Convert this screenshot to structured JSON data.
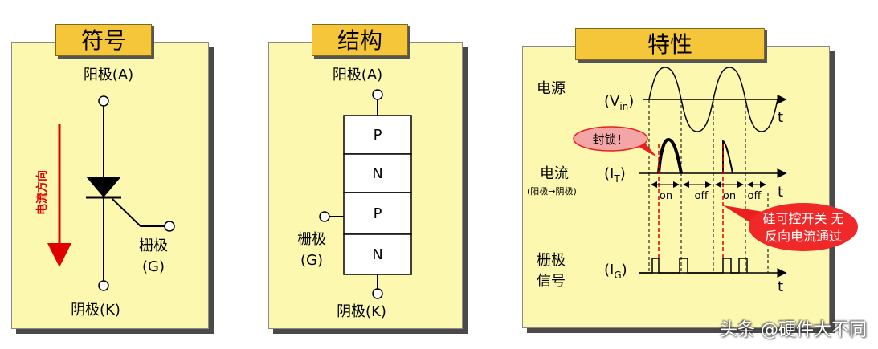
{
  "panels": {
    "symbol": {
      "title": "符号",
      "anode": "阳极(A)",
      "cathode": "阴极(K)",
      "gate": "栅极",
      "gate_g": "(G)",
      "current_direction": "电流方向"
    },
    "structure": {
      "title": "结构",
      "anode": "阳极(A)",
      "cathode": "阴极(K)",
      "gate": "栅极",
      "gate_g": "(G)",
      "layers": [
        "P",
        "N",
        "P",
        "N"
      ]
    },
    "characteristics": {
      "title": "特性",
      "source_label": "电源",
      "vin": "(V",
      "vin_sub": "in",
      "close_paren": ")",
      "t": "t",
      "current_label": "电流",
      "current_sub": "(阳极→阴极)",
      "it": "(I",
      "it_sub": "T",
      "gate_label_1": "栅极",
      "gate_label_2": "信号",
      "ig": "(I",
      "ig_sub": "G",
      "on": "on",
      "off": "off",
      "blocked_bubble": "封锁！",
      "note_line1": "硅可控开关 无",
      "note_line2": "反向电流通过"
    }
  },
  "watermark": "头条 @硬件大不同",
  "colors": {
    "panel_bg": "#fcf8b0",
    "tab_bg": "#f6c63a",
    "arrow_red": "#e00000",
    "bubble_red": "#e82020"
  }
}
